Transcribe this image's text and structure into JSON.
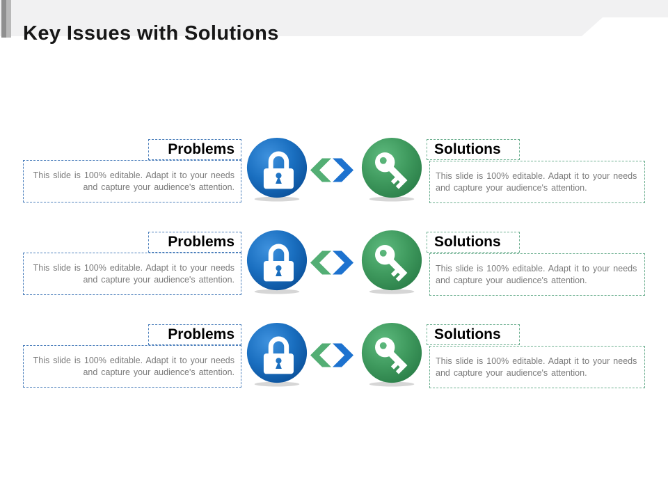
{
  "slide": {
    "title": "Key Issues with Solutions"
  },
  "rows": [
    {
      "problem": {
        "label": "Problems",
        "description": "This slide is 100% editable. Adapt it to your needs and capture your audience's attention."
      },
      "solution": {
        "label": "Solutions",
        "description": "This slide is 100% editable. Adapt it to your needs and capture your audience's attention."
      },
      "left_icon": "lock-icon",
      "right_icon": "key-icon",
      "connector_icons": [
        "chevron-left-icon",
        "chevron-right-icon"
      ]
    },
    {
      "problem": {
        "label": "Problems",
        "description": "This slide is 100% editable. Adapt it to your needs and capture your audience's attention."
      },
      "solution": {
        "label": "Solutions",
        "description": "This slide is 100% editable. Adapt it to your needs and capture your audience's attention."
      },
      "left_icon": "lock-icon",
      "right_icon": "key-icon",
      "connector_icons": [
        "chevron-left-icon",
        "chevron-right-icon"
      ]
    },
    {
      "problem": {
        "label": "Problems",
        "description": "This slide is 100% editable. Adapt it to your needs and capture your audience's attention."
      },
      "solution": {
        "label": "Solutions",
        "description": "This slide is 100% editable. Adapt it to your needs and capture your audience's attention."
      },
      "left_icon": "lock-icon",
      "right_icon": "key-icon",
      "connector_icons": [
        "chevron-left-icon",
        "chevron-right-icon"
      ]
    }
  ],
  "colors": {
    "problem_accent_border": "#4a7ebb",
    "solution_accent_border": "#6aae8e",
    "lock_circle_blue": "#1a6fc0",
    "key_circle_green": "#3f9a5e",
    "chevron_green": "#53ae74",
    "chevron_blue": "#1d72cf",
    "header_band_gray": "#f1f1f2",
    "body_text_gray": "#7a7a7a"
  }
}
